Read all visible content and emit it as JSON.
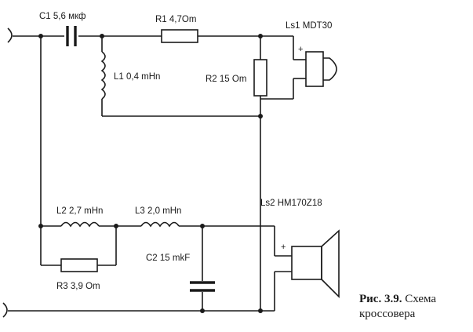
{
  "components": {
    "c1": "C1 5,6 мкф",
    "r1": "R1 4,7Om",
    "ls1": "Ls1 MDT30",
    "l1": "L1 0,4 mHn",
    "r2": "R2 15 Om",
    "ls2": "Ls2 HM170Z18",
    "l2": "L2 2,7 mHn",
    "l3": "L3 2,0 mHn",
    "c2": "C2 15 mkF",
    "r3": "R3 3,9 Om"
  },
  "polarity": {
    "ls1": "+",
    "ls2": "+"
  },
  "caption": {
    "number": "Рис. 3.9.",
    "line1": " Схема",
    "line2": "кроссовера"
  }
}
